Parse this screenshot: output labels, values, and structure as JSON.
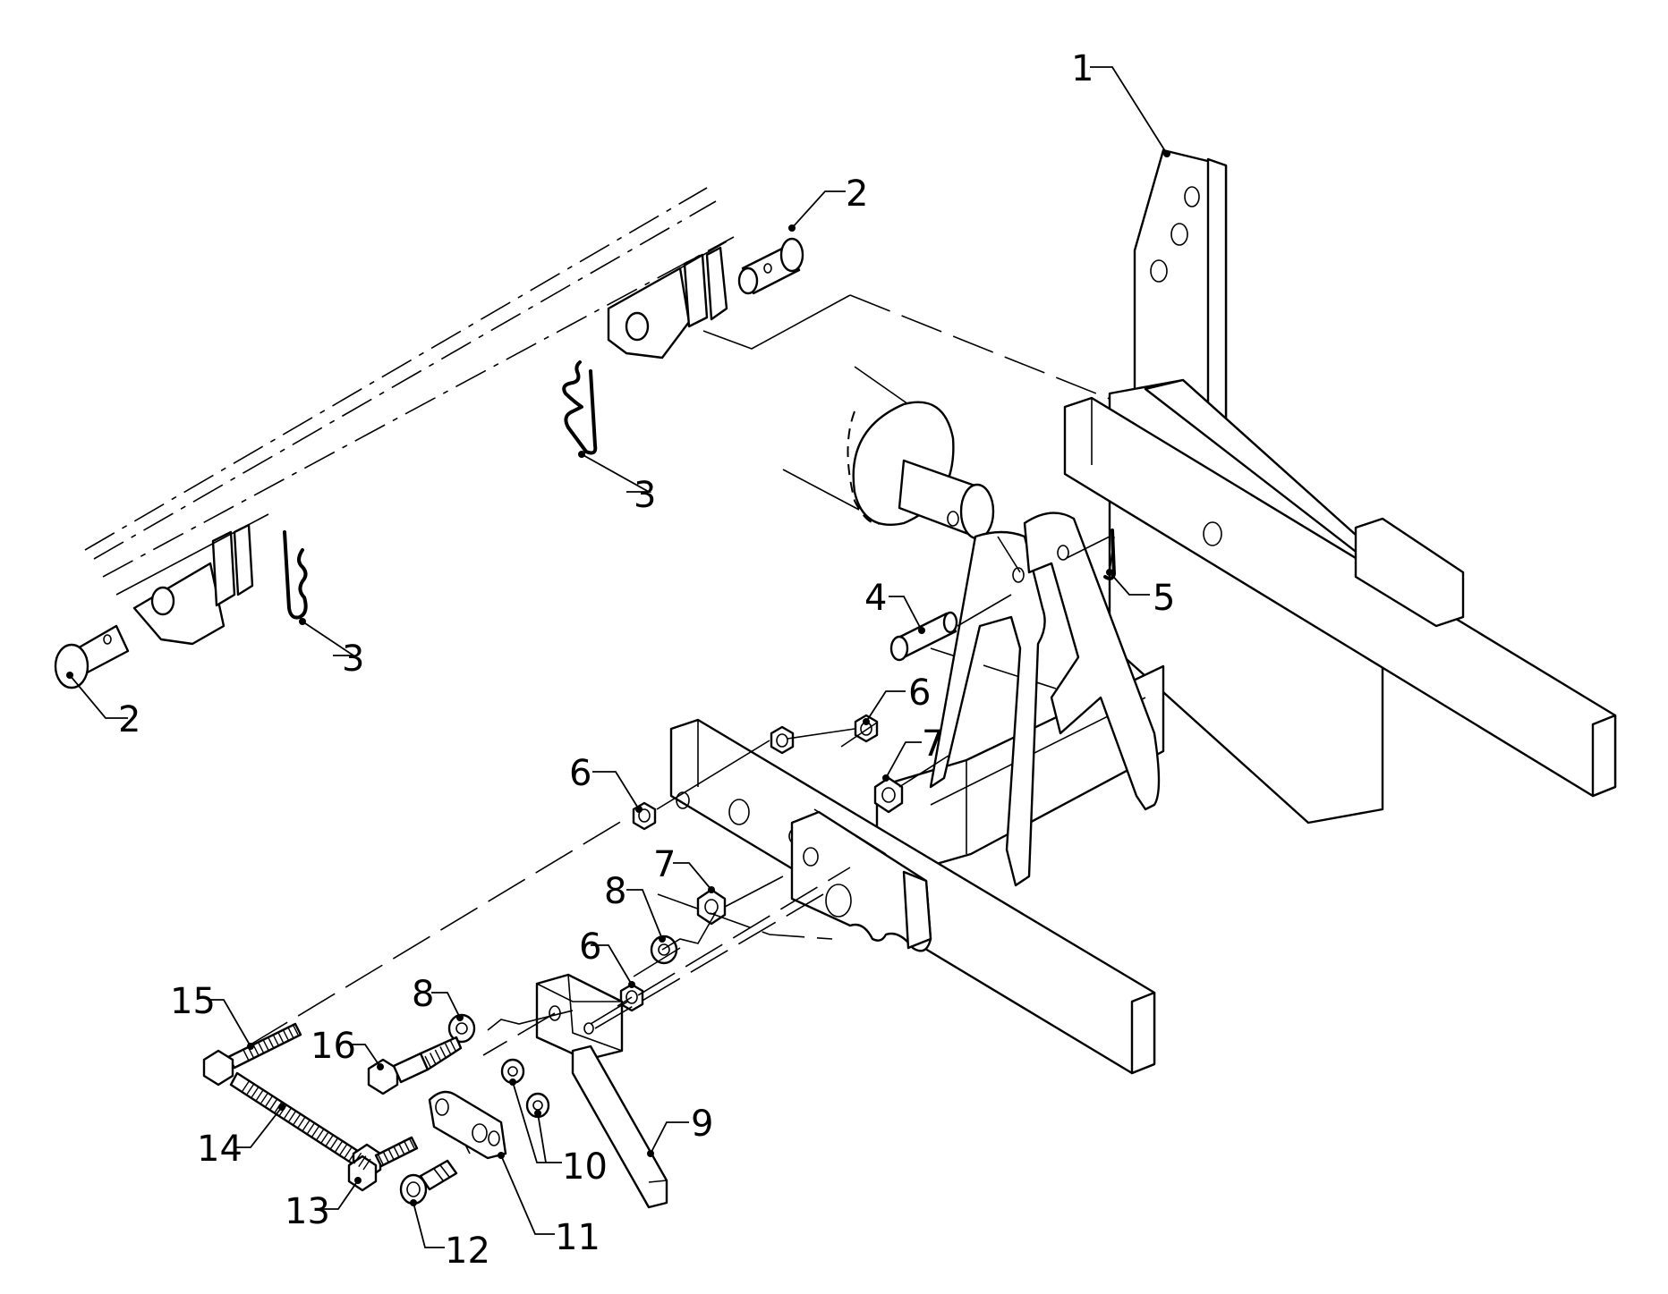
{
  "callouts": {
    "c1": "1",
    "c2a": "2",
    "c2b": "2",
    "c3a": "3",
    "c3b": "3",
    "c4": "4",
    "c5": "5",
    "c6a": "6",
    "c6b": "6",
    "c6c": "6",
    "c7a": "7",
    "c7b": "7",
    "c8a": "8",
    "c8b": "8",
    "c9": "9",
    "c10": "10",
    "c11": "11",
    "c12": "12",
    "c13": "13",
    "c14": "14",
    "c15": "15",
    "c16": "16"
  }
}
